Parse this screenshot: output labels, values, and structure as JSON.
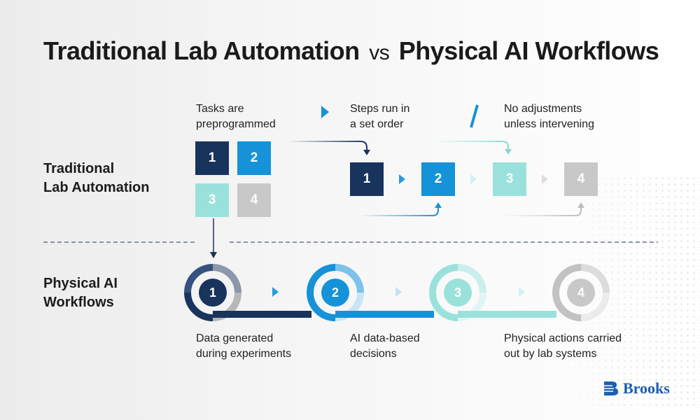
{
  "title": {
    "part1": "Traditional Lab Automation",
    "vs": "vs",
    "part2": "Physical AI Workflows"
  },
  "rows": {
    "traditional": {
      "label": "Traditional\nLab Automation"
    },
    "physical": {
      "label": "Physical AI\nWorkflows"
    }
  },
  "traditional_captions": [
    "Tasks are\npreprogrammed",
    "Steps run in\na set order",
    "No adjustments\nunless intervening"
  ],
  "grid_squares": [
    "1",
    "2",
    "3",
    "4"
  ],
  "sequence_squares": [
    "1",
    "2",
    "3",
    "4"
  ],
  "physical_steps": [
    "1",
    "2",
    "3",
    "4"
  ],
  "physical_captions": [
    "Data generated\nduring experiments",
    "AI data-based\ndecisions",
    "Physical actions carried\nout by lab systems"
  ],
  "colors": {
    "navy": "#18335c",
    "blue": "#1592d8",
    "teal": "#9ae1dc",
    "gray": "#c8c8c8"
  },
  "logo": {
    "text": "Brooks"
  }
}
